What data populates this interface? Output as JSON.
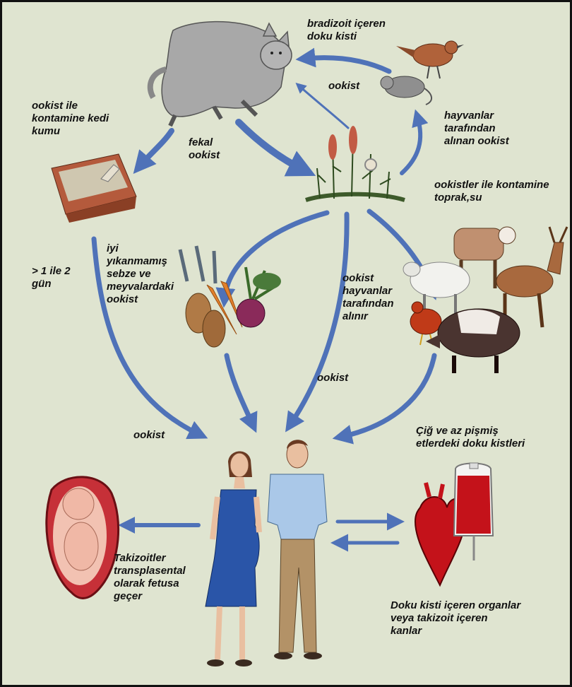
{
  "labels": {
    "bradizoit_kist": "bradizoit içeren\ndoku kisti",
    "ookist_top": "ookist",
    "hayvan_ookist": "hayvanlar\ntarafından\nalınan ookist",
    "kedi_kumu": "ookist ile\nkontamine kedi\nkumu",
    "fekal_ookist": "fekal\nookist",
    "toprak_su": "ookistler ile kontamine\ntoprak,su",
    "gun": "> 1 ile 2\ngün",
    "sebze_meyve": "iyi\nyıkanmamış\nsebze ve\nmeyvalardaki\nookist",
    "hayvanlar_alinir": "ookist\nhayvanlar\ntarafından\nalınır",
    "ookist_mid": "ookist",
    "ookist_left": "ookist",
    "cig_et": "Çiğ ve az pişmiş\netlerdeki doku kistleri",
    "takizoit_fetus": "Takizoitler\ntransplasental\nolarak fetusa\ngeçer",
    "organ_kan": "Doku kisti içeren organlar\nveya takizoit içeren\nkanlar"
  },
  "colors": {
    "background": "#dfe4d0",
    "arrow_blue": "#4f72b8",
    "dress_blue": "#2a55a8",
    "shirt_blue": "#aac8e8",
    "blood_red": "#c4121a"
  },
  "icons": [
    "cat-icon",
    "bird-icon",
    "mouse-icon",
    "litter-box-icon",
    "plant-icon",
    "vegetables-icon",
    "cow-icon",
    "sheep-icon",
    "deer-icon",
    "hen-icon",
    "pig-icon",
    "pregnant-woman-icon",
    "man-icon",
    "fetus-icon",
    "heart-icon",
    "blood-bag-icon"
  ]
}
